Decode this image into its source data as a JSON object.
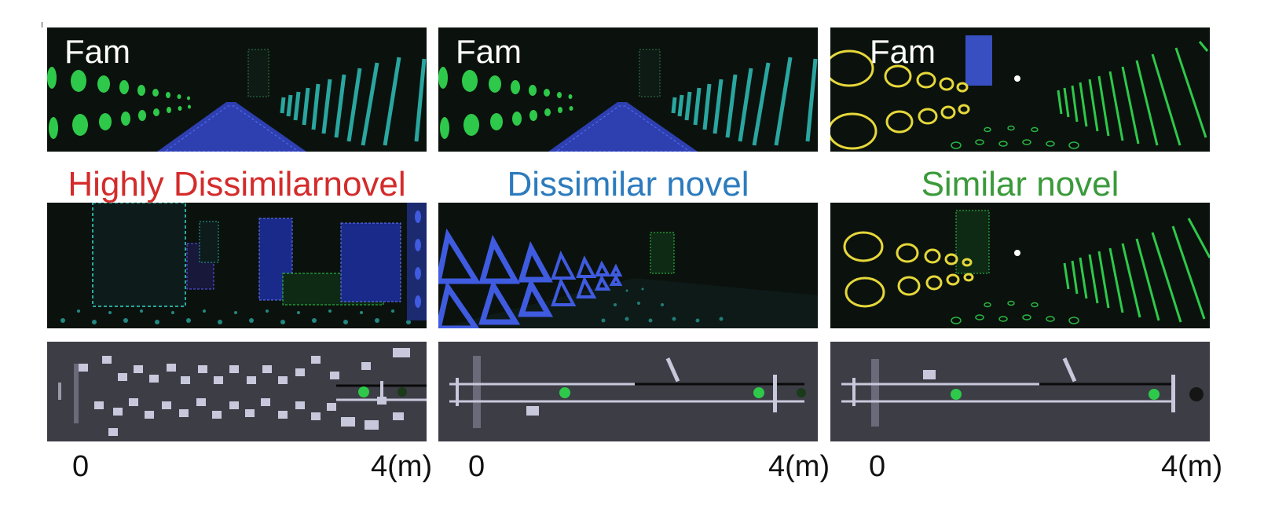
{
  "columns": [
    {
      "fam_label": "Fam",
      "condition": {
        "label": "Highly Dissimilarnovel",
        "color": "#d42b2b"
      },
      "axis": {
        "start": "0",
        "end": "4(m)"
      }
    },
    {
      "fam_label": "Fam",
      "condition": {
        "label": "Dissimilar novel",
        "color": "#2c7bbd"
      },
      "axis": {
        "start": "0",
        "end": "4(m)"
      }
    },
    {
      "fam_label": "Fam",
      "condition": {
        "label": "Similar novel",
        "color": "#3a9a3a"
      },
      "axis": {
        "start": "0",
        "end": "4(m)"
      }
    }
  ],
  "colors": {
    "scene_bg": "#0b120d",
    "topdown_bg": "#3d3d46",
    "green_dot": "#2ec94a",
    "blue_pattern": "#3f5be0",
    "teal_stripe": "#2aa6a0",
    "yellow_ring": "#e6d83a"
  }
}
